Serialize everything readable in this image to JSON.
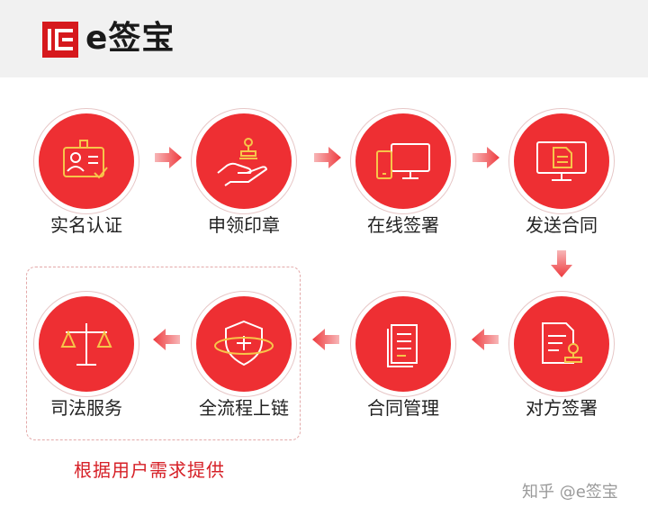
{
  "header": {
    "logo_text": "e签宝",
    "logo_mark_icon": "e-sign-logo-icon",
    "brand_color": "#d6191d"
  },
  "steps": [
    {
      "label": "实名认证",
      "icon": "id-card-icon"
    },
    {
      "label": "申领印章",
      "icon": "hand-stamp-icon"
    },
    {
      "label": "在线签署",
      "icon": "devices-icon"
    },
    {
      "label": "发送合同",
      "icon": "monitor-document-icon"
    },
    {
      "label": "对方签署",
      "icon": "document-stamp-icon"
    },
    {
      "label": "合同管理",
      "icon": "document-list-icon"
    },
    {
      "label": "全流程上链",
      "icon": "shield-blockchain-icon"
    },
    {
      "label": "司法服务",
      "icon": "scales-icon"
    }
  ],
  "optional_note": "根据用户需求提供",
  "watermark": "知乎 @e签宝",
  "colors": {
    "circle": "#ee2f33",
    "arrow": "#f27a7c",
    "dashed_border": "#e3a9a9"
  }
}
